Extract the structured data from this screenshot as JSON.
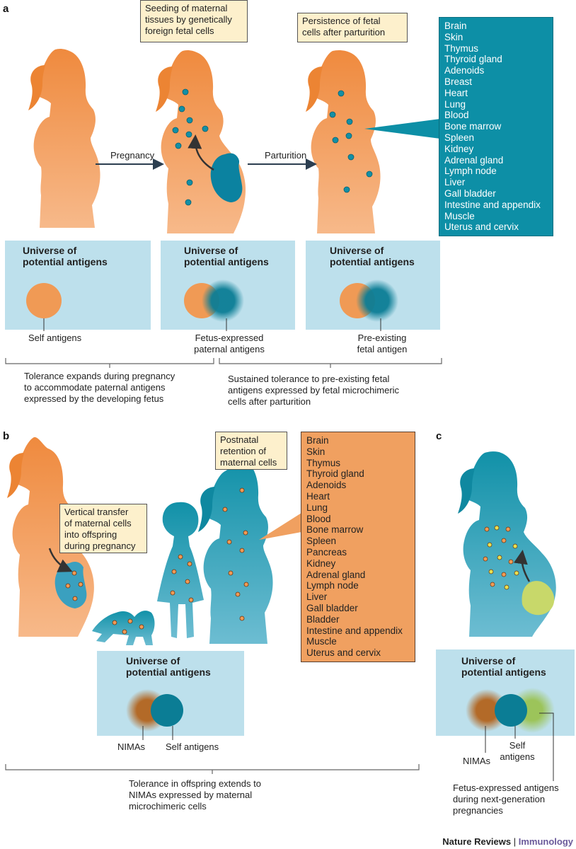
{
  "panels": {
    "a": "a",
    "b": "b",
    "c": "c"
  },
  "panel_a": {
    "callout_seeding": [
      "Seeding of maternal",
      "tissues by genetically",
      "foreign fetal cells"
    ],
    "callout_persistence": [
      "Persistence of fetal",
      "cells after parturition"
    ],
    "arrow_pregnancy": "Pregnancy",
    "arrow_parturition": "Parturition",
    "organs": [
      "Brain",
      "Skin",
      "Thymus",
      "Thyroid gland",
      "Adenoids",
      "Breast",
      "Heart",
      "Lung",
      "Blood",
      "Bone marrow",
      "Spleen",
      "Kidney",
      "Adrenal gland",
      "Lymph node",
      "Liver",
      "Gall bladder",
      "Intestine and appendix",
      "Muscle",
      "Uterus and cervix"
    ],
    "universe_title": [
      "Universe of",
      "potential antigens"
    ],
    "label_self": "Self antigens",
    "label_fetus_paternal": [
      "Fetus-expressed",
      "paternal antigens"
    ],
    "label_preexisting": [
      "Pre-existing",
      "fetal antigen"
    ],
    "tolerance_left": [
      "Tolerance expands during pregnancy",
      "to accommodate paternal antigens",
      "expressed by the developing fetus"
    ],
    "tolerance_right": [
      "Sustained tolerance to pre-existing fetal",
      "antigens expressed by fetal microchimeric",
      "cells after parturition"
    ]
  },
  "panel_b": {
    "callout_vertical": [
      "Vertical transfer",
      "of maternal cells",
      "into offspring",
      "during pregnancy"
    ],
    "callout_postnatal": [
      "Postnatal",
      "retention of",
      "maternal cells"
    ],
    "organs": [
      "Brain",
      "Skin",
      "Thymus",
      "Thyroid gland",
      "Adenoids",
      "Heart",
      "Lung",
      "Blood",
      "Bone marrow",
      "Spleen",
      "Pancreas",
      "Kidney",
      "Adrenal gland",
      "Lymph node",
      "Liver",
      "Gall bladder",
      "Bladder",
      "Intestine and appendix",
      "Muscle",
      "Uterus and cervix"
    ],
    "universe_title": [
      "Universe of",
      "potential antigens"
    ],
    "label_nimas": "NIMAs",
    "label_self": "Self antigens",
    "tolerance": [
      "Tolerance in offspring extends to",
      "NIMAs expressed by maternal",
      "microchimeric cells"
    ]
  },
  "panel_c": {
    "universe_title": [
      "Universe of",
      "potential antigens"
    ],
    "label_nimas": "NIMAs",
    "label_self": [
      "Self",
      "antigens"
    ],
    "label_fetus": [
      "Fetus-expressed antigens",
      "during next-generation",
      "pregnancies"
    ]
  },
  "footer": {
    "brand": "Nature Reviews",
    "separator": " | ",
    "journal": "Immunology"
  },
  "colors": {
    "teal": "#0d8fa6",
    "teal_dark": "#0a6f80",
    "orange": "#f0a060",
    "orange_body": "#f09a55",
    "cream": "#fdf0cc",
    "universe_bg": "#bde0ec",
    "brown": "#b36a28",
    "lime": "#9cc45a",
    "journal_purple": "#6a5a9a"
  }
}
